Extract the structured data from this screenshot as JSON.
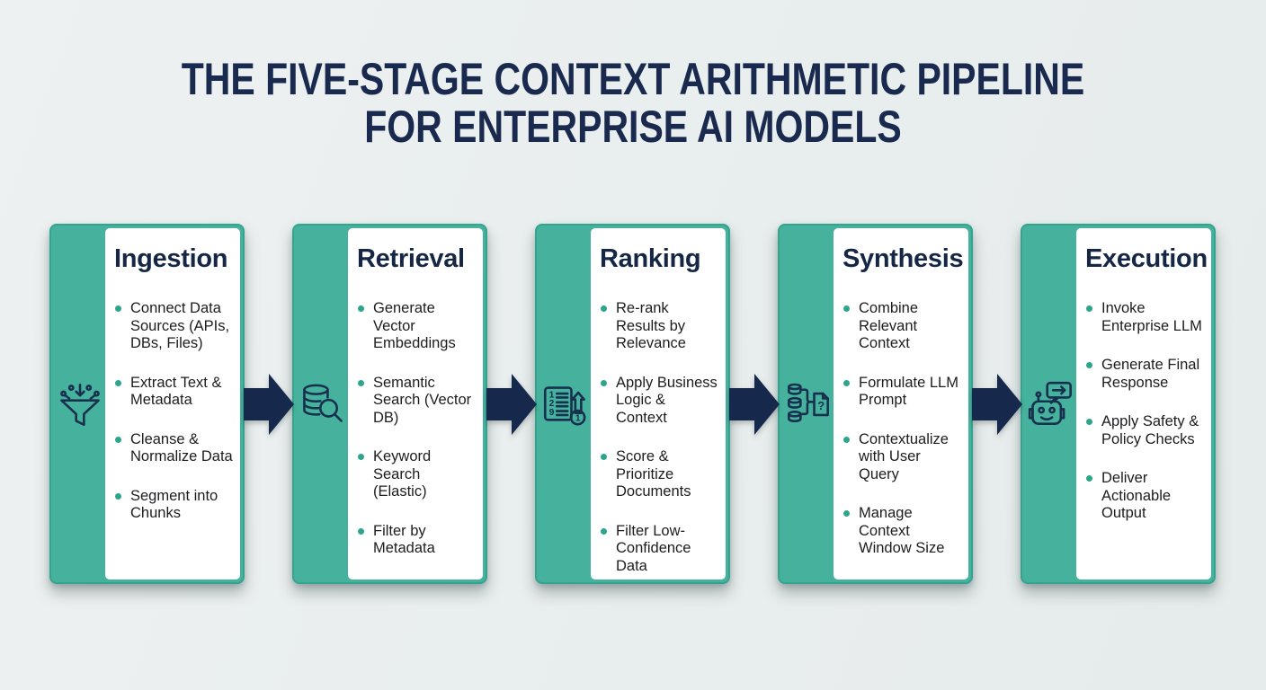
{
  "title": {
    "line1": "THE FIVE-STAGE CONTEXT ARITHMETIC PIPELINE",
    "line2": "FOR ENTERPRISE AI MODELS"
  },
  "colors": {
    "background": "#e9eeee",
    "card_teal": "#46b29d",
    "card_border": "#33a48d",
    "navy": "#17304e",
    "title_navy": "#1a2a4f",
    "body_text": "#1d1d20",
    "bullet_dot": "#2da48c",
    "panel_white": "#ffffff"
  },
  "stages": [
    {
      "title": "Ingestion",
      "icon": "funnel-data-icon",
      "bullets": [
        "Connect Data Sources (APIs, DBs, Files)",
        "Extract Text & Metadata",
        "Cleanse & Normalize Data",
        "Segment into Chunks"
      ]
    },
    {
      "title": "Retrieval",
      "icon": "database-search-icon",
      "bullets": [
        "Generate Vector Embeddings",
        "Semantic Search (Vector DB)",
        "Keyword Search (Elastic)",
        "Filter by Metadata"
      ]
    },
    {
      "title": "Ranking",
      "icon": "ranked-list-icon",
      "bullets": [
        "Re-rank Results by Relevance",
        "Apply Business Logic & Context",
        "Score & Prioritize Documents",
        "Filter Low-Confidence Data"
      ]
    },
    {
      "title": "Synthesis",
      "icon": "context-merge-icon",
      "bullets": [
        "Combine Relevant Context",
        "Formulate LLM Prompt",
        "Contextualize with User Query",
        "Manage Context Window Size"
      ]
    },
    {
      "title": "Execution",
      "icon": "robot-chat-icon",
      "bullets": [
        "Invoke Enterprise LLM",
        "Generate Final Response",
        "Apply Safety & Policy Checks",
        "Deliver Actionable Output"
      ]
    }
  ],
  "connector": {
    "icon": "arrow-right-icon"
  }
}
